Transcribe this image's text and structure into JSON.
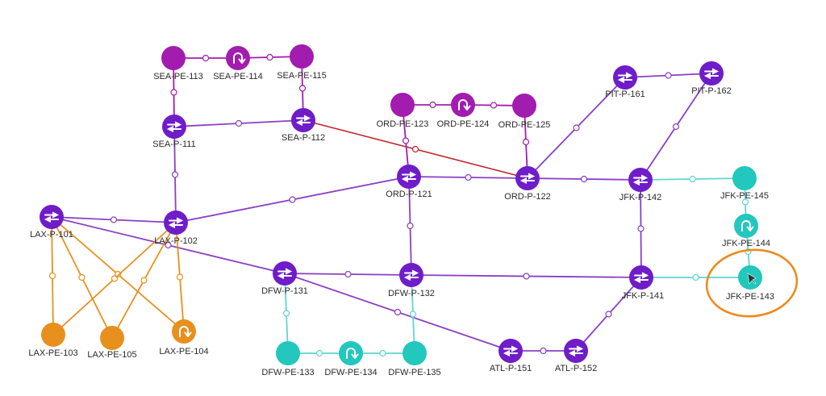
{
  "colors": {
    "p_router": "#6f1cc9",
    "p_link": "#8a3fc4",
    "pe_sea_ord": "#a21caf",
    "pe_lax": "#e8901e",
    "pe_teal": "#22c7bd",
    "teal_link": "#5fd6cf",
    "red_link": "#c0262b",
    "highlight": "#ee8a1c"
  },
  "nodes": [
    {
      "id": "SEA-PE-113",
      "label": "SEA-PE-113",
      "kind": "pe",
      "icon": "circle",
      "group": "pe_sea_ord"
    },
    {
      "id": "SEA-PE-114",
      "label": "SEA-PE-114",
      "kind": "pe",
      "icon": "loop-icon",
      "group": "pe_sea_ord"
    },
    {
      "id": "SEA-PE-115",
      "label": "SEA-PE-115",
      "kind": "pe",
      "icon": "circle",
      "group": "pe_sea_ord"
    },
    {
      "id": "SEA-P-111",
      "label": "SEA-P-111",
      "kind": "p",
      "icon": "router-arrows-icon",
      "group": "p_router"
    },
    {
      "id": "SEA-P-112",
      "label": "SEA-P-112",
      "kind": "p",
      "icon": "router-arrows-icon",
      "group": "p_router"
    },
    {
      "id": "ORD-PE-123",
      "label": "ORD-PE-123",
      "kind": "pe",
      "icon": "circle",
      "group": "pe_sea_ord"
    },
    {
      "id": "ORD-PE-124",
      "label": "ORD-PE-124",
      "kind": "pe",
      "icon": "loop-icon",
      "group": "pe_sea_ord"
    },
    {
      "id": "ORD-PE-125",
      "label": "ORD-PE-125",
      "kind": "pe",
      "icon": "circle",
      "group": "pe_sea_ord"
    },
    {
      "id": "PIT-P-161",
      "label": "PIT-P-161",
      "kind": "p",
      "icon": "router-arrows-icon",
      "group": "p_router"
    },
    {
      "id": "PIT-P-162",
      "label": "PIT-P-162",
      "kind": "p",
      "icon": "router-arrows-icon",
      "group": "p_router"
    },
    {
      "id": "ORD-P-121",
      "label": "ORD-P-121",
      "kind": "p",
      "icon": "router-arrows-icon",
      "group": "p_router"
    },
    {
      "id": "ORD-P-122",
      "label": "ORD-P-122",
      "kind": "p",
      "icon": "router-arrows-icon",
      "group": "p_router"
    },
    {
      "id": "JFK-P-142",
      "label": "JFK-P-142",
      "kind": "p",
      "icon": "router-arrows-icon",
      "group": "p_router"
    },
    {
      "id": "JFK-PE-145",
      "label": "JFK-PE-145",
      "kind": "pe",
      "icon": "circle",
      "group": "pe_teal"
    },
    {
      "id": "JFK-PE-144",
      "label": "JFK-PE-144",
      "kind": "pe",
      "icon": "loop-icon",
      "group": "pe_teal"
    },
    {
      "id": "JFK-PE-143",
      "label": "JFK-PE-143",
      "kind": "pe",
      "icon": "circle",
      "group": "pe_teal",
      "highlighted": true
    },
    {
      "id": "LAX-P-101",
      "label": "LAX-P-101",
      "kind": "p",
      "icon": "router-arrows-icon",
      "group": "p_router"
    },
    {
      "id": "LAX-P-102",
      "label": "LAX-P-102",
      "kind": "p",
      "icon": "router-arrows-icon",
      "group": "p_router"
    },
    {
      "id": "DFW-P-131",
      "label": "DFW-P-131",
      "kind": "p",
      "icon": "router-arrows-icon",
      "group": "p_router"
    },
    {
      "id": "DFW-P-132",
      "label": "DFW-P-132",
      "kind": "p",
      "icon": "router-arrows-icon",
      "group": "p_router"
    },
    {
      "id": "JFK-P-141",
      "label": "JFK-P-141",
      "kind": "p",
      "icon": "router-arrows-icon",
      "group": "p_router"
    },
    {
      "id": "LAX-PE-103",
      "label": "LAX-PE-103",
      "kind": "pe",
      "icon": "circle",
      "group": "pe_lax"
    },
    {
      "id": "LAX-PE-105",
      "label": "LAX-PE-105",
      "kind": "pe",
      "icon": "circle",
      "group": "pe_lax"
    },
    {
      "id": "LAX-PE-104",
      "label": "LAX-PE-104",
      "kind": "pe",
      "icon": "loop-icon",
      "group": "pe_lax"
    },
    {
      "id": "DFW-PE-133",
      "label": "DFW-PE-133",
      "kind": "pe",
      "icon": "circle",
      "group": "pe_teal"
    },
    {
      "id": "DFW-PE-134",
      "label": "DFW-PE-134",
      "kind": "pe",
      "icon": "loop-icon",
      "group": "pe_teal"
    },
    {
      "id": "DFW-PE-135",
      "label": "DFW-PE-135",
      "kind": "pe",
      "icon": "circle",
      "group": "pe_teal"
    },
    {
      "id": "ATL-P-151",
      "label": "ATL-P-151",
      "kind": "p",
      "icon": "router-arrows-icon",
      "group": "p_router"
    },
    {
      "id": "ATL-P-152",
      "label": "ATL-P-152",
      "kind": "p",
      "icon": "router-arrows-icon",
      "group": "p_router"
    }
  ],
  "links": [
    {
      "from": "SEA-PE-113",
      "to": "SEA-PE-114",
      "color": "pe_sea_ord"
    },
    {
      "from": "SEA-PE-114",
      "to": "SEA-PE-115",
      "color": "pe_sea_ord"
    },
    {
      "from": "SEA-PE-113",
      "to": "SEA-P-111",
      "color": "pe_sea_ord"
    },
    {
      "from": "SEA-PE-115",
      "to": "SEA-P-112",
      "color": "pe_sea_ord"
    },
    {
      "from": "SEA-P-111",
      "to": "SEA-P-112",
      "color": "p_link"
    },
    {
      "from": "SEA-P-111",
      "to": "LAX-P-102",
      "color": "p_link"
    },
    {
      "from": "SEA-P-112",
      "to": "ORD-P-122",
      "color": "red_link"
    },
    {
      "from": "ORD-PE-123",
      "to": "ORD-PE-124",
      "color": "pe_sea_ord"
    },
    {
      "from": "ORD-PE-124",
      "to": "ORD-PE-125",
      "color": "pe_sea_ord"
    },
    {
      "from": "ORD-PE-123",
      "to": "ORD-P-121",
      "color": "pe_sea_ord"
    },
    {
      "from": "ORD-PE-125",
      "to": "ORD-P-122",
      "color": "pe_sea_ord"
    },
    {
      "from": "ORD-P-121",
      "to": "ORD-P-122",
      "color": "p_link"
    },
    {
      "from": "ORD-P-121",
      "to": "LAX-P-102",
      "color": "p_link"
    },
    {
      "from": "ORD-P-121",
      "to": "DFW-P-132",
      "color": "p_link"
    },
    {
      "from": "ORD-P-122",
      "to": "PIT-P-161",
      "color": "p_link"
    },
    {
      "from": "ORD-P-122",
      "to": "JFK-P-142",
      "color": "p_link"
    },
    {
      "from": "PIT-P-161",
      "to": "PIT-P-162",
      "color": "p_link"
    },
    {
      "from": "PIT-P-162",
      "to": "JFK-P-142",
      "color": "p_link"
    },
    {
      "from": "JFK-P-142",
      "to": "JFK-P-141",
      "color": "p_link"
    },
    {
      "from": "JFK-P-142",
      "to": "JFK-PE-145",
      "color": "teal_link"
    },
    {
      "from": "JFK-PE-145",
      "to": "JFK-PE-144",
      "color": "teal_link"
    },
    {
      "from": "JFK-PE-144",
      "to": "JFK-PE-143",
      "color": "teal_link"
    },
    {
      "from": "JFK-P-141",
      "to": "JFK-PE-143",
      "color": "teal_link"
    },
    {
      "from": "LAX-P-101",
      "to": "LAX-P-102",
      "color": "p_link"
    },
    {
      "from": "LAX-P-101",
      "to": "DFW-P-131",
      "color": "p_link"
    },
    {
      "from": "DFW-P-131",
      "to": "DFW-P-132",
      "color": "p_link"
    },
    {
      "from": "DFW-P-132",
      "to": "JFK-P-141",
      "color": "p_link"
    },
    {
      "from": "DFW-P-131",
      "to": "ATL-P-151",
      "color": "p_link"
    },
    {
      "from": "ATL-P-151",
      "to": "ATL-P-152",
      "color": "p_link"
    },
    {
      "from": "ATL-P-152",
      "to": "JFK-P-141",
      "color": "p_link"
    },
    {
      "from": "LAX-P-101",
      "to": "LAX-PE-103",
      "color": "pe_lax"
    },
    {
      "from": "LAX-P-101",
      "to": "LAX-PE-105",
      "color": "pe_lax"
    },
    {
      "from": "LAX-P-101",
      "to": "LAX-PE-104",
      "color": "pe_lax"
    },
    {
      "from": "LAX-P-102",
      "to": "LAX-PE-103",
      "color": "pe_lax"
    },
    {
      "from": "LAX-P-102",
      "to": "LAX-PE-105",
      "color": "pe_lax"
    },
    {
      "from": "LAX-P-102",
      "to": "LAX-PE-104",
      "color": "pe_lax"
    },
    {
      "from": "DFW-P-131",
      "to": "DFW-PE-133",
      "color": "teal_link"
    },
    {
      "from": "DFW-P-132",
      "to": "DFW-PE-135",
      "color": "teal_link"
    },
    {
      "from": "DFW-PE-133",
      "to": "DFW-PE-134",
      "color": "teal_link"
    },
    {
      "from": "DFW-PE-134",
      "to": "DFW-PE-135",
      "color": "teal_link"
    }
  ]
}
